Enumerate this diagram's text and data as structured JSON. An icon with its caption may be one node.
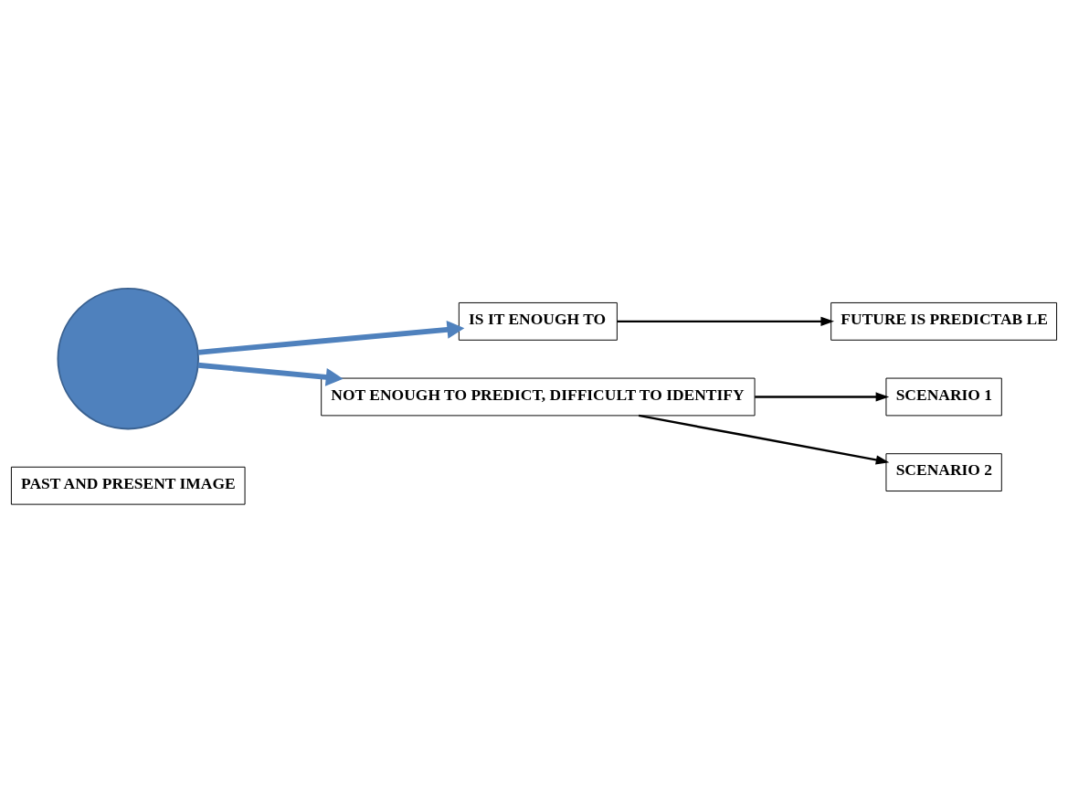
{
  "diagram": {
    "nodes": [
      {
        "text": [],
        "shape": "circle"
      },
      {
        "text": [
          "PAST AND PRESENT IMAGE"
        ]
      },
      {
        "text": [
          "IS IT ENOUGH TO"
        ]
      },
      {
        "text": [
          "FUTURE IS PREDICTAB LE"
        ]
      },
      {
        "text": [
          "NOT ENOUGH TO PREDICT, DIFFICULT TO IDENTIFY"
        ]
      },
      {
        "text": [
          "SCENARIO 1"
        ]
      },
      {
        "text": [
          "SCENARIO 2"
        ]
      }
    ],
    "edges": [
      {
        "from": 0,
        "to": 2,
        "arrow": "to",
        "style": "thick",
        "color": "#4f81bd"
      },
      {
        "from": 0,
        "to": 4,
        "arrow": "to",
        "style": "thick",
        "color": "#4f81bd"
      },
      {
        "from": 2,
        "to": 3,
        "arrow": "to"
      },
      {
        "from": 4,
        "to": 5,
        "arrow": "to"
      },
      {
        "from": 4,
        "to": 6,
        "arrow": "to"
      }
    ]
  }
}
